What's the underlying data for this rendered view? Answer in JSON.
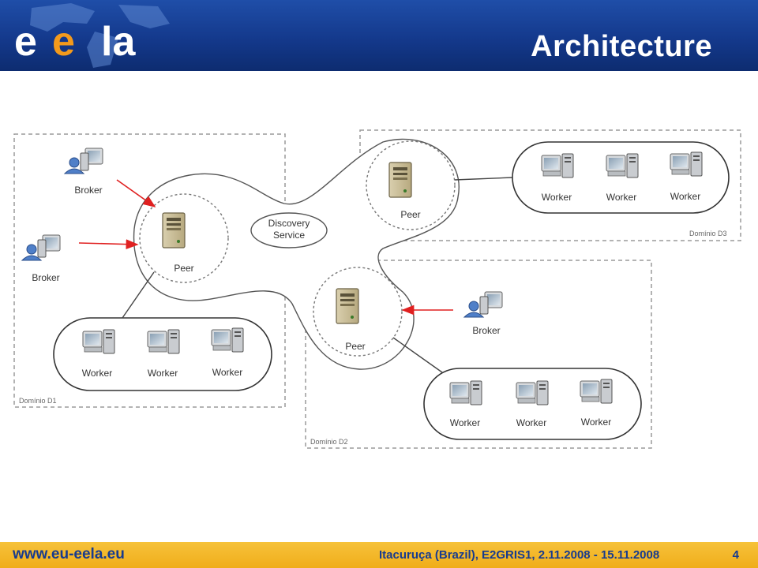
{
  "slide": {
    "title": "Architecture"
  },
  "logo": {
    "text": "eela"
  },
  "diagram": {
    "discovery_service": {
      "line1": "Discovery",
      "line2": "Service"
    },
    "domains": [
      {
        "label": "Domínio D1",
        "peer": "Peer",
        "brokers": [
          "Broker",
          "Broker"
        ],
        "workers": [
          "Worker",
          "Worker",
          "Worker"
        ]
      },
      {
        "label": "Domínio D2",
        "peer": "Peer",
        "brokers": [
          "Broker"
        ],
        "workers": [
          "Worker",
          "Worker",
          "Worker"
        ]
      },
      {
        "label": "Domínio D3",
        "peer": "Peer",
        "brokers": [],
        "workers": [
          "Worker",
          "Worker",
          "Worker"
        ]
      }
    ],
    "colors": {
      "arrow": "#e02020",
      "line": "#444444",
      "dashed": "#9a9a9a"
    }
  },
  "footer": {
    "url": "www.eu-eela.eu",
    "event": "Itacuruça (Brazil),  E2GRIS1, 2.11.2008 - 15.11.2008",
    "page": "4"
  }
}
